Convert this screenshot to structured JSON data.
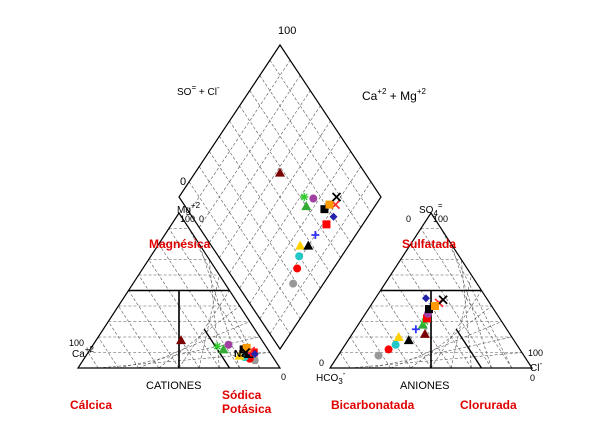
{
  "chart_data": {
    "type": "scatter",
    "subtype": "piper-trilinear",
    "grid_step": 10,
    "labels": {
      "diamond_top": "100",
      "diamond_left_zero": "0",
      "so4_cl": {
        "base": "SO",
        "sub": "4",
        "sup": "=",
        "rest": " + Cl",
        "sup2": "-"
      },
      "ca_mg": {
        "base": "Ca",
        "sup": "+2",
        "rest": " + Mg",
        "sup2": "+2"
      },
      "cations_title": "CATIONES",
      "anions_title": "ANIONES",
      "mg": {
        "base": "Mg",
        "sup": "+2"
      },
      "ca": {
        "base": "Ca",
        "sup": "+2"
      },
      "na": "Na",
      "so4": {
        "base": "SO",
        "sub": "4",
        "sup": "="
      },
      "hco3": {
        "base": "HCO",
        "sub": "3",
        "sup": "-"
      },
      "cl": {
        "base": "Cl",
        "sup": "-"
      },
      "tick_100": "100",
      "tick_0": "0"
    },
    "classes": {
      "magnesica": "Magnésica",
      "calcica": "Cálcica",
      "sodica": "Sódica",
      "potasica": "Potásica",
      "sulfatada": "Sulfatada",
      "bicarbonatada": "Bicarbonatada",
      "clorurada": "Clorurada"
    },
    "series": [
      {
        "marker": "triangle",
        "color": "#7a0000",
        "cation": [
          18,
          40,
          42
        ],
        "anion": [
          22,
          42,
          36
        ]
      },
      {
        "marker": "circle",
        "color": "#999999",
        "cation": [
          5,
          10,
          85
        ],
        "anion": [
          8,
          72,
          20
        ]
      },
      {
        "marker": "circle",
        "color": "#ff0000",
        "cation": [
          6,
          12,
          82
        ],
        "anion": [
          12,
          65,
          23
        ]
      },
      {
        "marker": "circle",
        "color": "#22c7c7",
        "cation": [
          7,
          14,
          79
        ],
        "anion": [
          15,
          60,
          25
        ]
      },
      {
        "marker": "triangle",
        "color": "#ffd000",
        "cation": [
          8,
          16,
          76
        ],
        "anion": [
          20,
          56,
          24
        ]
      },
      {
        "marker": "triangle",
        "color": "#000000",
        "cation": [
          9,
          11,
          80
        ],
        "anion": [
          18,
          52,
          30
        ]
      },
      {
        "marker": "cross",
        "color": "#3333ff",
        "cation": [
          10,
          10,
          80
        ],
        "anion": [
          25,
          45,
          30
        ]
      },
      {
        "marker": "triangle",
        "color": "#33aa33",
        "cation": [
          12,
          22,
          66
        ],
        "anion": [
          28,
          40,
          32
        ]
      },
      {
        "marker": "star",
        "color": "#33cc33",
        "cation": [
          14,
          24,
          62
        ],
        "anion": [
          30,
          38,
          32
        ]
      },
      {
        "marker": "square",
        "color": "#ff0000",
        "cation": [
          10,
          8,
          82
        ],
        "anion": [
          32,
          36,
          32
        ]
      },
      {
        "marker": "circle",
        "color": "#a040a0",
        "cation": [
          15,
          18,
          67
        ],
        "anion": [
          35,
          34,
          31
        ]
      },
      {
        "marker": "square",
        "color": "#000000",
        "cation": [
          12,
          12,
          76
        ],
        "anion": [
          38,
          32,
          30
        ]
      },
      {
        "marker": "xmark",
        "color": "#ff3333",
        "cation": [
          11,
          9,
          80
        ],
        "anion": [
          42,
          25,
          33
        ]
      },
      {
        "marker": "diamond",
        "color": "#2222aa",
        "cation": [
          9,
          8,
          83
        ],
        "anion": [
          45,
          30,
          25
        ]
      },
      {
        "marker": "square",
        "color": "#ff9900",
        "cation": [
          13,
          10,
          77
        ],
        "anion": [
          40,
          28,
          32
        ]
      },
      {
        "marker": "xmark",
        "color": "#000000",
        "cation": [
          10,
          12,
          78
        ],
        "anion": [
          44,
          22,
          34
        ]
      }
    ]
  }
}
